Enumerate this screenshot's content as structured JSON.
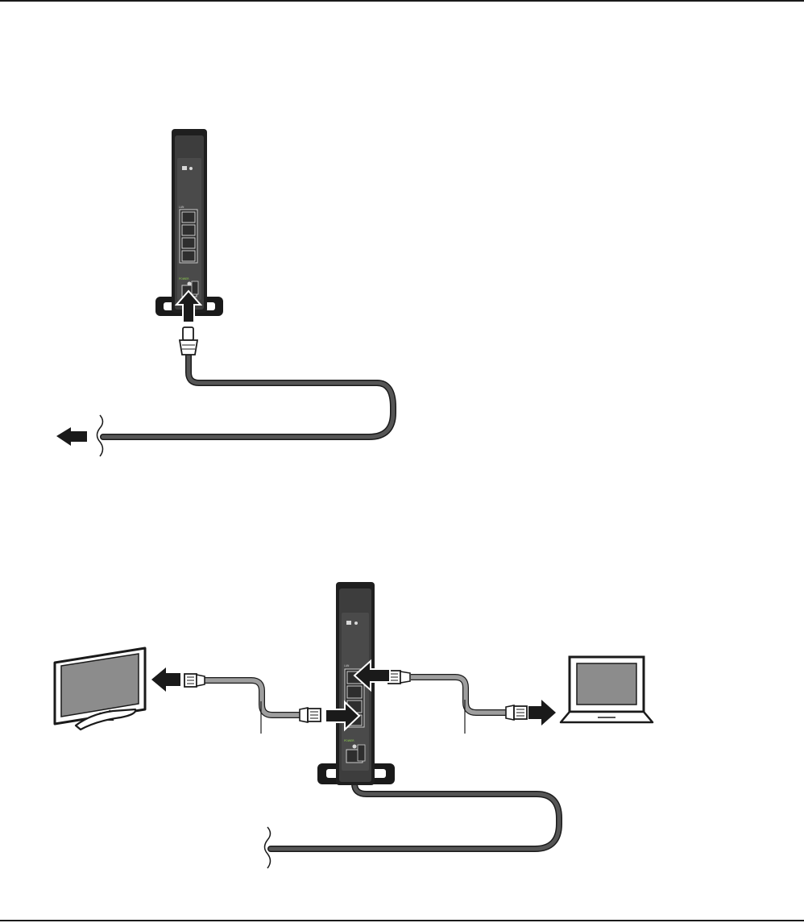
{
  "router": {
    "top_panel_label": "",
    "lan_label": "LAN",
    "power_label": "POWER"
  },
  "colors": {
    "line": "#1a1a1a",
    "router_body": "#3a3a3a",
    "router_face": "#4a4a4a",
    "power_cable": "#4d4d4d",
    "lan_cable": "#9a9a9a",
    "screen": "#8c8c8c",
    "power_led": "#8fd14f"
  },
  "icons": {
    "arrow": "filled-block-arrow",
    "cable_break": "wavy-break-mark",
    "tv": "flat-panel-tv",
    "laptop": "laptop-computer"
  }
}
